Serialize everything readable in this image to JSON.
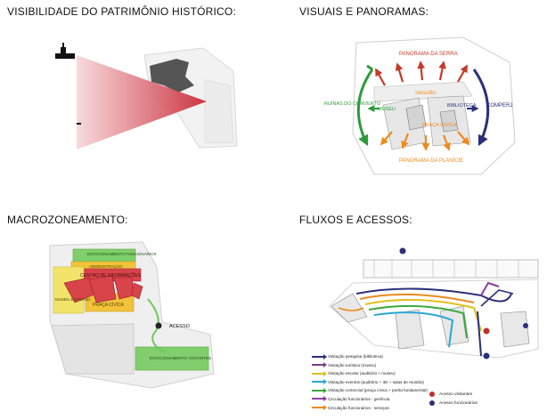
{
  "panels": {
    "visibility": {
      "title": "VISIBILIDADE DO PATRIMÔNIO HISTÓRICO:"
    },
    "views": {
      "title": "VISUAIS E PANORAMAS:",
      "labels": {
        "serra": "PANORAMA DA SERRA",
        "ruinas": "RUÍNAS DO CONVENTO",
        "museu": "MUSEU",
        "saguao": "SAGUÃO",
        "biblioteca": "BIBLIOTECA",
        "comperj": "COMPERJ",
        "praca": "PRAÇA CÍVICA",
        "planicie": "PANORAMA DA PLANÍCIE"
      }
    },
    "macro": {
      "title": "MACROZONEAMENTO:",
      "labels": {
        "est_func": "ESTACIONAMENTO FUNCIONÁRIOS",
        "admin": "ADMINISTRAÇÃO",
        "centro": "CENTRO DE INFORMAÇÕES",
        "museu_ext": "MUSEU EXTERNO",
        "praca": "PRAÇA CÍVICA",
        "acesso": "ACESSO",
        "est_vis": "ESTACIONAMENTO VISITANTES"
      }
    },
    "flows": {
      "title": "FLUXOS E ACESSOS:",
      "legend": [
        {
          "label": "Visitação pesquisa (biblioteca)",
          "color": "#2b2f7a"
        },
        {
          "label": "Visitação turística (museu)",
          "color": "#7a3d8c"
        },
        {
          "label": "Visitação escolar (auditório + museu)",
          "color": "#e0c020"
        },
        {
          "label": "Visitação eventos (auditório + 3D + salas de reunião)",
          "color": "#2aa7d6"
        },
        {
          "label": "Visitação comercial (praça cívica + pedra fundamental)",
          "color": "#3aaa3a"
        },
        {
          "label": "Circulação funcionários - gerência",
          "color": "#8e3fa0"
        },
        {
          "label": "Circulação funcionários - serviços",
          "color": "#ee8a1e"
        }
      ],
      "access": [
        {
          "label": "Acesso visitantes",
          "color": "#c0302a"
        },
        {
          "label": "Acesso funcionários",
          "color": "#2b2f7a"
        }
      ]
    }
  }
}
